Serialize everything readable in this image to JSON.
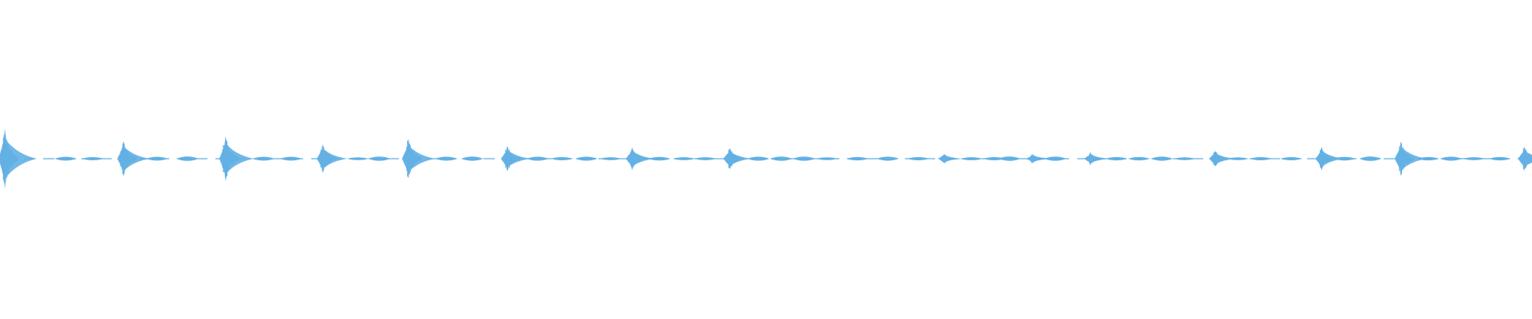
{
  "waveform": {
    "color": "#62B0E4",
    "background": "#ffffff",
    "peaks": [
      {
        "t": 0.0,
        "amp": 1.0
      },
      {
        "t": 0.078,
        "amp": 0.6
      },
      {
        "t": 0.145,
        "amp": 0.75
      },
      {
        "t": 0.209,
        "amp": 0.48
      },
      {
        "t": 0.265,
        "amp": 0.66
      },
      {
        "t": 0.33,
        "amp": 0.42
      },
      {
        "t": 0.412,
        "amp": 0.38
      },
      {
        "t": 0.476,
        "amp": 0.35
      },
      {
        "t": 0.617,
        "amp": 0.16
      },
      {
        "t": 0.675,
        "amp": 0.15
      },
      {
        "t": 0.713,
        "amp": 0.2
      },
      {
        "t": 0.795,
        "amp": 0.26
      },
      {
        "t": 0.865,
        "amp": 0.38
      },
      {
        "t": 0.917,
        "amp": 0.58
      },
      {
        "t": 0.998,
        "amp": 0.4
      }
    ],
    "minor_pulses": [
      0.04,
      0.058,
      0.1,
      0.12,
      0.17,
      0.188,
      0.232,
      0.246,
      0.29,
      0.307,
      0.35,
      0.366,
      0.382,
      0.398,
      0.43,
      0.446,
      0.46,
      0.495,
      0.51,
      0.525,
      0.54,
      0.56,
      0.58,
      0.6,
      0.635,
      0.65,
      0.66,
      0.69,
      0.73,
      0.745,
      0.76,
      0.775,
      0.81,
      0.825,
      0.845,
      0.88,
      0.897,
      0.935,
      0.95,
      0.965,
      0.982
    ]
  }
}
